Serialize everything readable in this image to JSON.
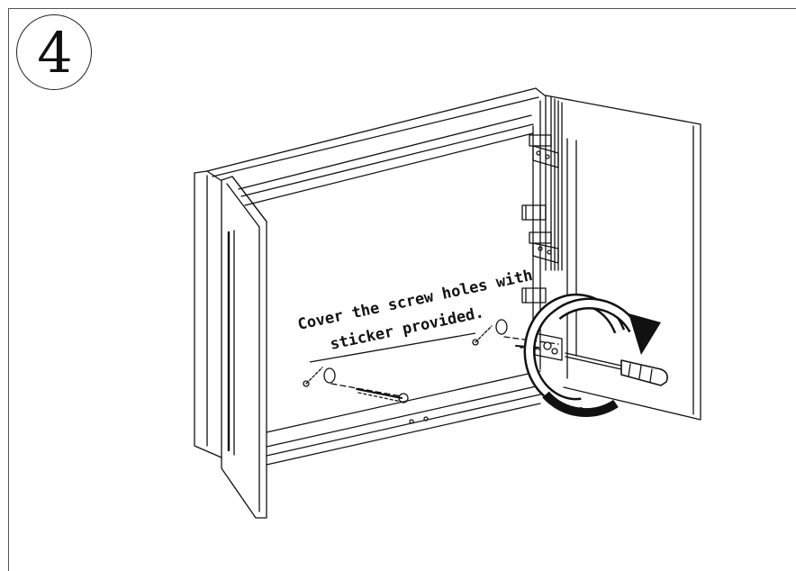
{
  "step": {
    "number": "4"
  },
  "caption": {
    "line1": "Cover the screw holes with",
    "line2": "sticker provided."
  },
  "icons": [
    "rotation-arrow-icon",
    "screwdriver-icon",
    "screw-icon",
    "sticker-icon"
  ],
  "colors": {
    "ink": "#111111",
    "frame": "#555555",
    "background": "#ffffff"
  }
}
